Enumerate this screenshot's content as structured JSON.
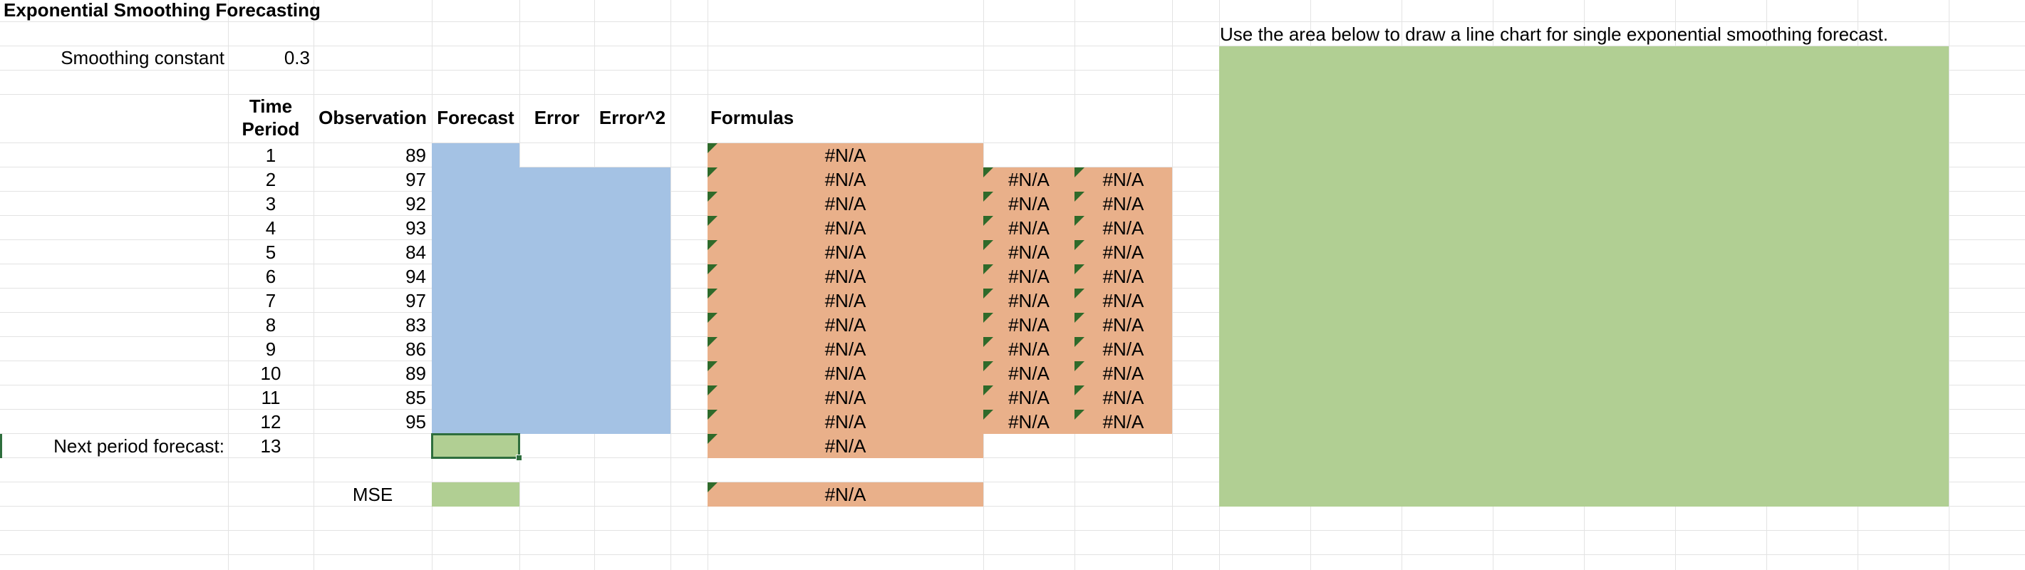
{
  "sheet": {
    "title": "Exponential Smoothing Forecasting",
    "smoothing_label": "Smoothing constant",
    "smoothing_value": "0.3",
    "instruction": "Use the area below to draw a line chart for single exponential smoothing forecast.",
    "headers": {
      "time_period_line1": "Time",
      "time_period_line2": "Period",
      "observation": "Observation",
      "forecast": "Forecast",
      "error": "Error",
      "error_sq": "Error^2",
      "formulas": "Formulas"
    },
    "periods": [
      "1",
      "2",
      "3",
      "4",
      "5",
      "6",
      "7",
      "8",
      "9",
      "10",
      "11",
      "12"
    ],
    "observations": [
      "89",
      "97",
      "92",
      "93",
      "84",
      "94",
      "97",
      "83",
      "86",
      "89",
      "85",
      "95"
    ],
    "next_period_label": "Next period forecast:",
    "next_period_value": "13",
    "mse_label": "MSE",
    "error_value": "#N/A"
  },
  "colors": {
    "forecast_fill": "#a4c2e4",
    "formula_fill": "#e9b08a",
    "chart_area_fill": "#b1cf93",
    "error_indicator": "#2f6a2a",
    "selection_border": "#2e6e3d"
  }
}
